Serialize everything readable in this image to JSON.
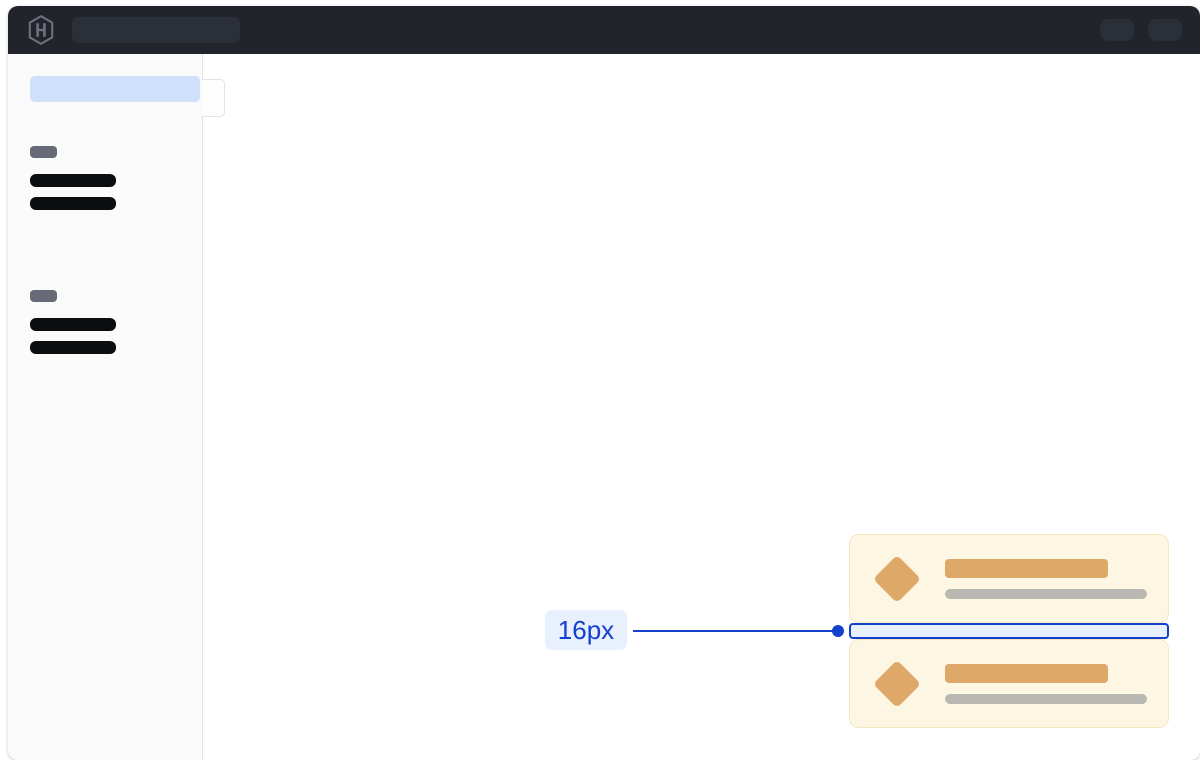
{
  "window": {
    "titlebar": {
      "logo_icon": "hashicorp-hexagon-logo-icon",
      "omnibar_placeholder": "",
      "right_pills": [
        {
          "name": "titlebar-pill-1"
        },
        {
          "name": "titlebar-pill-2"
        }
      ]
    }
  },
  "sidebar": {
    "active_item": {
      "label": ""
    },
    "divider_notch": {
      "name": "sidebar-collapse-tab"
    },
    "groups": [
      {
        "label": "",
        "items": [
          {
            "label": ""
          },
          {
            "label": ""
          }
        ]
      },
      {
        "label": "",
        "items": [
          {
            "label": ""
          },
          {
            "label": ""
          }
        ]
      }
    ]
  },
  "canvas": {
    "cards": [
      {
        "icon": "diamond-icon",
        "title": "",
        "subtitle": ""
      },
      {
        "icon": "diamond-icon",
        "title": "",
        "subtitle": ""
      }
    ],
    "measurement": {
      "label": "16px",
      "value": 16,
      "unit": "px",
      "kind": "vertical-gap",
      "between": "card-1 and card-2"
    }
  },
  "colors": {
    "titlebar_bg": "#21242b",
    "titlebar_pill": "#2b2f38",
    "sidebar_bg": "#fafafa",
    "sidebar_border": "#e2e2e7",
    "sidebar_active": "#cfe0fb",
    "skeleton_dark": "#0c0d11",
    "skeleton_muted": "#666b77",
    "card_bg": "#fdf6e3",
    "card_border": "#f6e7c3",
    "card_accent": "#dea869",
    "card_muted": "#b9b8b2",
    "measure_blue": "#1340cd",
    "measure_blue_bg": "#e9f0fd"
  }
}
